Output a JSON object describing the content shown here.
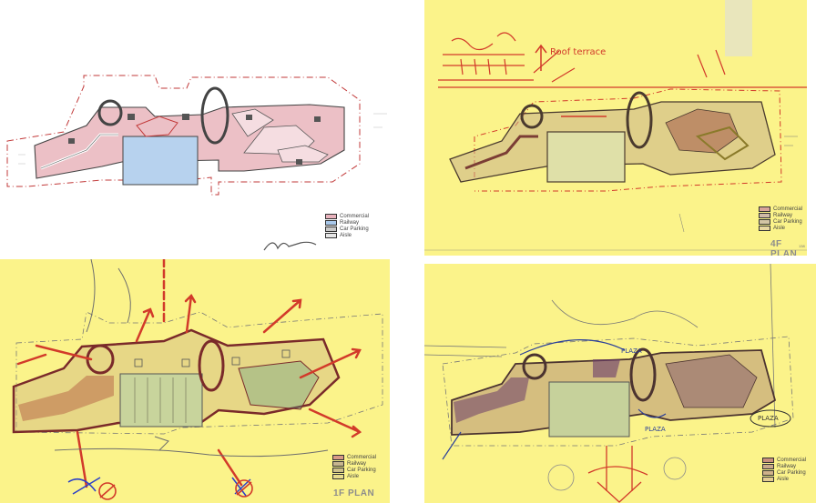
{
  "legend": {
    "items": [
      {
        "label": "Commercial",
        "color": "#e9b3bd"
      },
      {
        "label": "Railway",
        "color": "#a9c8ea"
      },
      {
        "label": "Car Parking",
        "color": "#c9c9c9"
      },
      {
        "label": "Aisle",
        "color": "#e6e6e6"
      }
    ]
  },
  "legend_tr": {
    "items": [
      {
        "label": "Commercial",
        "color": "#d8a49a"
      },
      {
        "label": "Railway",
        "color": "#cfb9a6"
      },
      {
        "label": "Car Parking",
        "color": "#d3c5a4"
      },
      {
        "label": "Aisle",
        "color": "#e8d8a0"
      }
    ]
  },
  "legend_bl": {
    "items": [
      {
        "label": "Commercial",
        "color": "#d89a86"
      },
      {
        "label": "Railway",
        "color": "#c7b58e"
      },
      {
        "label": "Car Parking",
        "color": "#cdc08a"
      },
      {
        "label": "Aisle",
        "color": "#e8dc8e"
      }
    ]
  },
  "legend_br": {
    "items": [
      {
        "label": "Commercial",
        "color": "#c98f7e"
      },
      {
        "label": "Railway",
        "color": "#c9a98b"
      },
      {
        "label": "Car Parking",
        "color": "#cfb28a"
      },
      {
        "label": "Aisle",
        "color": "#e4cd93"
      }
    ]
  },
  "labels": {
    "plan_4f": "4F PLAN",
    "plan_1f": "1F PLAN",
    "roof_terrace": "Roof terrace",
    "plaza_1": "PLAZA",
    "plaza_2": "PLAZA",
    "plaza_3": "PLAZA",
    "page_no": "138"
  },
  "colors": {
    "tracing_paper": "#fbf38a",
    "red_marker": "#d23a2a",
    "pink_fill": "#ecc0c6",
    "blue_fill": "#b7d2ee"
  }
}
